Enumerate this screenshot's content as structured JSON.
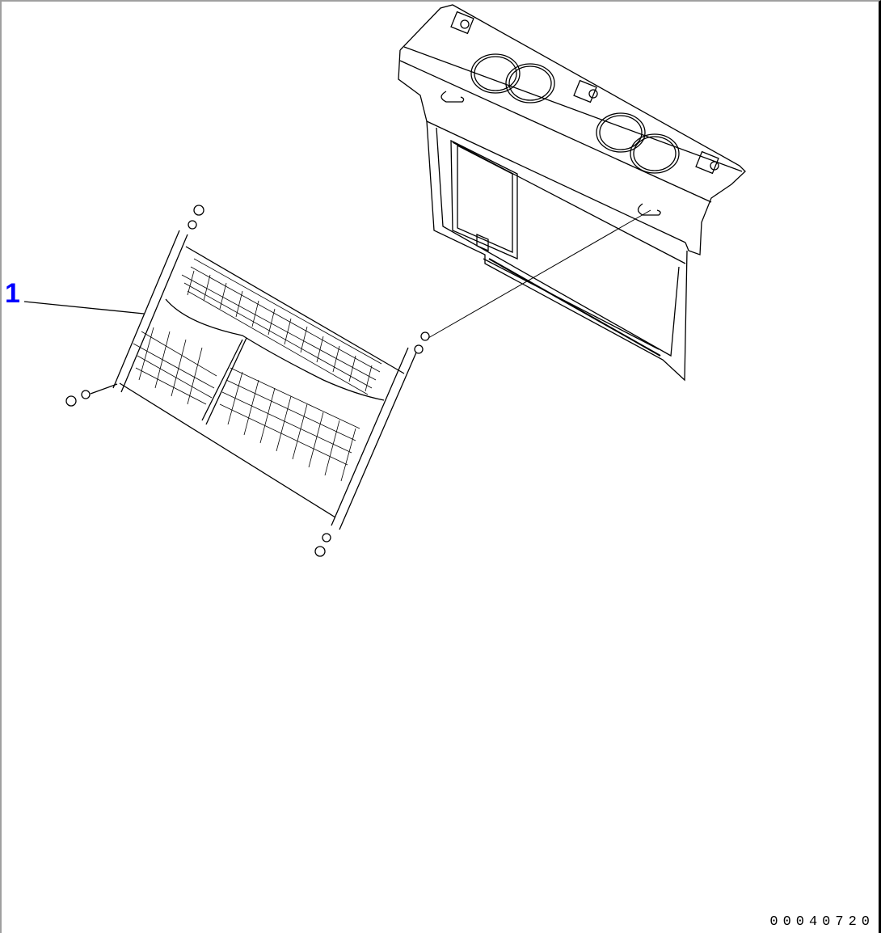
{
  "diagram": {
    "type": "exploded-parts-illustration",
    "callouts": [
      {
        "number": "1",
        "part": "storage net with pockets and hooks",
        "color": "#0000ff"
      }
    ],
    "drawing_number": "00040720",
    "components": [
      {
        "id": "rear-panel",
        "description": "cab rear panel with four round openings, clips and hooks, window frame"
      },
      {
        "id": "net",
        "description": "mesh storage net with three pockets, two bars and four snap hooks"
      }
    ]
  }
}
